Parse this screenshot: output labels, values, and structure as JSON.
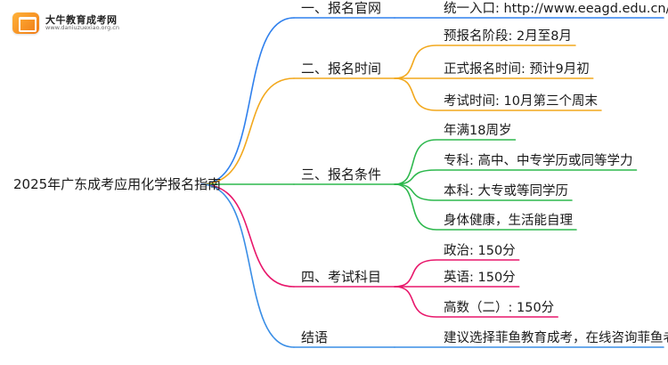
{
  "brand": {
    "title": "大牛教育成考网",
    "url": "www.daniuzuexiao.org.cn"
  },
  "root": "2025年广东成考应用化学报名指南",
  "branches": [
    {
      "label": "一、报名官网",
      "color": "#2f80ed",
      "leaves": [
        "统一入口: http://www.eeagd.edu.cn/cr"
      ]
    },
    {
      "label": "二、报名时间",
      "color": "#f2a81d",
      "leaves": [
        "预报名阶段: 2月至8月",
        "正式报名时间: 预计9月初",
        "考试时间: 10月第三个周末"
      ]
    },
    {
      "label": "三、报名条件",
      "color": "#2db84d",
      "leaves": [
        "年满18周岁",
        "专科: 高中、中专学历或同等学力",
        "本科: 大专或等同学历",
        "身体健康，生活能自理"
      ]
    },
    {
      "label": "四、考试科目",
      "color": "#e8176b",
      "leaves": [
        "政治: 150分",
        "英语: 150分",
        "高数（二）: 150分"
      ]
    },
    {
      "label": "结语",
      "color": "#3a8ee6",
      "leaves": [
        "建议选择菲鱼教育成考，在线咨询菲鱼老师"
      ]
    }
  ]
}
